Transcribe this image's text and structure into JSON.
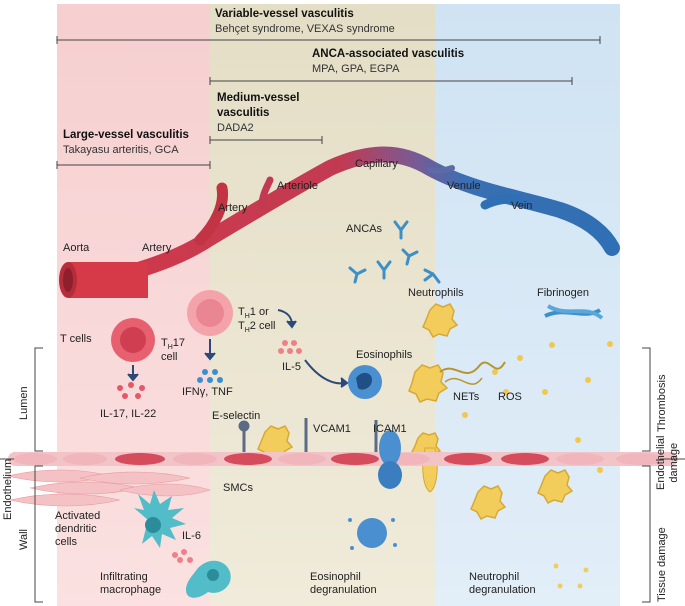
{
  "bands": [
    {
      "title": "Variable-vessel vasculitis",
      "subtitle": "Behçet syndrome, VEXAS syndrome"
    },
    {
      "title": "ANCA-associated vasculitis",
      "subtitle": "MPA, GPA, EGPA"
    },
    {
      "title_line1": "Medium-vessel",
      "title_line2": "vasculitis",
      "subtitle": "DADA2"
    },
    {
      "title": "Large-vessel vasculitis",
      "subtitle": "Takayasu arteritis, GCA"
    }
  ],
  "vessels": {
    "aorta": "Aorta",
    "artery_left": "Artery",
    "artery_mid": "Artery",
    "arteriole": "Arteriole",
    "capillary": "Capillary",
    "venule": "Venule",
    "vein": "Vein"
  },
  "cells": {
    "ancas": "ANCAs",
    "neutrophils": "Neutrophils",
    "fibrinogen": "Fibrinogen",
    "t_cells": "T cells",
    "th17_t": "T",
    "th17_sub": "H",
    "th17_rest": "17",
    "th17_cell": "cell",
    "th1_line1_t": "T",
    "th1_line1_sub": "H",
    "th1_line1_rest": "1 or",
    "th2_t": "T",
    "th2_sub": "H",
    "th2_rest": "2 cell",
    "il17": "IL-17, IL-22",
    "ifn": "IFNγ, TNF",
    "il5": "IL-5",
    "eosinophils": "Eosinophils",
    "nets": "NETs",
    "ros": "ROS",
    "eselectin": "E-selectin",
    "vcam1": "VCAM1",
    "icam1": "ICAM1",
    "smcs": "SMCs",
    "activated_dc_1": "Activated",
    "activated_dc_2": "dendritic",
    "activated_dc_3": "cells",
    "il6": "IL-6",
    "infiltrating_1": "Infiltrating",
    "infiltrating_2": "macrophage",
    "eos_degran_1": "Eosinophil",
    "eos_degran_2": "degranulation",
    "neut_degran_1": "Neutrophil",
    "neut_degran_2": "degranulation"
  },
  "side_labels": {
    "endothelium": "Endothelium",
    "lumen": "Lumen",
    "wall": "Wall",
    "thrombosis": "Thrombosis",
    "endothelial_damage_1": "Endothelial",
    "endothelial_damage_2": "damage",
    "tissue_damage": "Tissue damage"
  },
  "colors": {
    "large_vessel_bg": "#f8d6d6",
    "medium_vessel_bg": "#ebe6d2",
    "small_vessel_bg": "#d3e6f5",
    "artery_red": "#d0394a",
    "vein_blue": "#2f6fb3",
    "capillary_purple": "#7a5a93",
    "neutrophil_yellow": "#f2cd5c",
    "eosinophil_blue": "#4a8fcf",
    "tcell_pink": "#e6606f"
  }
}
